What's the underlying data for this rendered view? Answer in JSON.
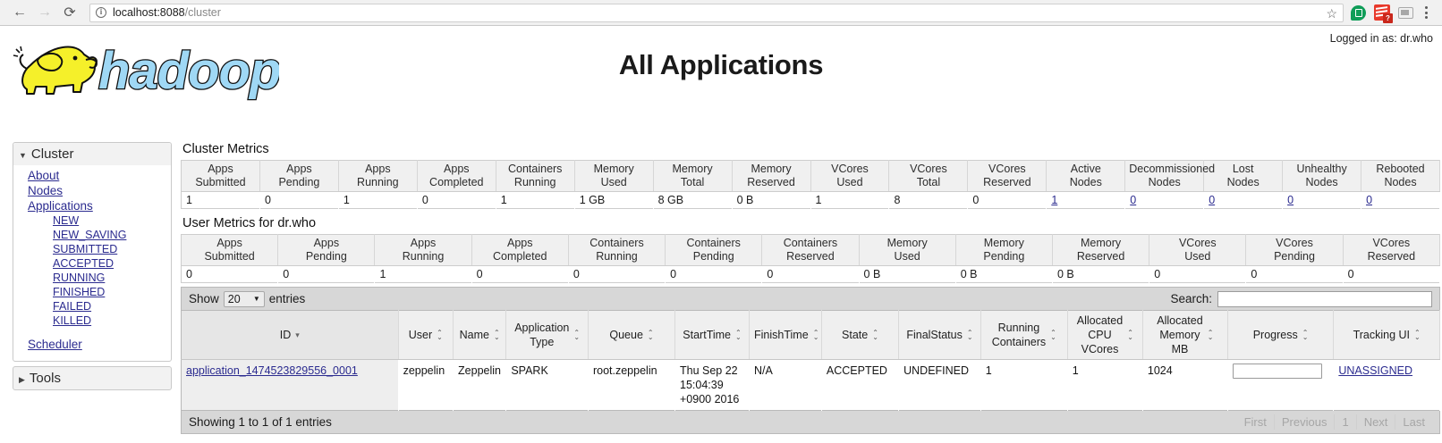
{
  "browser": {
    "back_icon": "back-arrow-icon",
    "forward_icon": "forward-arrow-icon",
    "reload_icon": "reload-icon",
    "url_host": "localhost:8088",
    "url_path": "/cluster",
    "star_glyph": "☆",
    "ext_badge": "?"
  },
  "header": {
    "logo_alt": "hadoop",
    "logged_in": "Logged in as: dr.who",
    "title": "All Applications"
  },
  "sidebar": {
    "cluster": {
      "label": "Cluster",
      "links": [
        {
          "label": "About"
        },
        {
          "label": "Nodes"
        },
        {
          "label": "Applications"
        }
      ],
      "sublinks": [
        {
          "label": "NEW"
        },
        {
          "label": "NEW_SAVING"
        },
        {
          "label": "SUBMITTED"
        },
        {
          "label": "ACCEPTED"
        },
        {
          "label": "RUNNING"
        },
        {
          "label": "FINISHED"
        },
        {
          "label": "FAILED"
        },
        {
          "label": "KILLED"
        }
      ],
      "scheduler": "Scheduler"
    },
    "tools": {
      "label": "Tools"
    }
  },
  "cluster_metrics": {
    "title": "Cluster Metrics",
    "headers": [
      "Apps Submitted",
      "Apps Pending",
      "Apps Running",
      "Apps Completed",
      "Containers Running",
      "Memory Used",
      "Memory Total",
      "Memory Reserved",
      "VCores Used",
      "VCores Total",
      "VCores Reserved",
      "Active Nodes",
      "Decommissioned Nodes",
      "Lost Nodes",
      "Unhealthy Nodes",
      "Rebooted Nodes"
    ],
    "values": [
      "1",
      "0",
      "1",
      "0",
      "1",
      "1 GB",
      "8 GB",
      "0 B",
      "1",
      "8",
      "0",
      "1",
      "0",
      "0",
      "0",
      "0"
    ],
    "link_flags": [
      false,
      false,
      false,
      false,
      false,
      false,
      false,
      false,
      false,
      false,
      false,
      true,
      true,
      true,
      true,
      true
    ]
  },
  "user_metrics": {
    "title": "User Metrics for dr.who",
    "headers": [
      "Apps Submitted",
      "Apps Pending",
      "Apps Running",
      "Apps Completed",
      "Containers Running",
      "Containers Pending",
      "Containers Reserved",
      "Memory Used",
      "Memory Pending",
      "Memory Reserved",
      "VCores Used",
      "VCores Pending",
      "VCores Reserved"
    ],
    "values": [
      "0",
      "0",
      "1",
      "0",
      "0",
      "0",
      "0",
      "0 B",
      "0 B",
      "0 B",
      "0",
      "0",
      "0"
    ]
  },
  "datatable": {
    "show_label": "Show",
    "page_length": "20",
    "entries_label": "entries",
    "search_label": "Search:",
    "search_value": "",
    "search_placeholder": "",
    "info": "Showing 1 to 1 of 1 entries",
    "pagination": [
      {
        "label": "First"
      },
      {
        "label": "Previous"
      },
      {
        "label": "1"
      },
      {
        "label": "Next"
      },
      {
        "label": "Last"
      }
    ],
    "columns": [
      {
        "label": "ID",
        "sort": "desc"
      },
      {
        "label": "User",
        "sort": "both"
      },
      {
        "label": "Name",
        "sort": "both"
      },
      {
        "label": "Application Type",
        "sort": "both"
      },
      {
        "label": "Queue",
        "sort": "both"
      },
      {
        "label": "StartTime",
        "sort": "both"
      },
      {
        "label": "FinishTime",
        "sort": "both"
      },
      {
        "label": "State",
        "sort": "both"
      },
      {
        "label": "FinalStatus",
        "sort": "both"
      },
      {
        "label": "Running Containers",
        "sort": "both"
      },
      {
        "label": "Allocated CPU VCores",
        "sort": "both"
      },
      {
        "label": "Allocated Memory MB",
        "sort": "both"
      },
      {
        "label": "Progress",
        "sort": "both"
      },
      {
        "label": "Tracking UI",
        "sort": "both"
      }
    ],
    "rows": [
      {
        "id": "application_1474523829556_0001",
        "user": "zeppelin",
        "name": "Zeppelin",
        "app_type": "SPARK",
        "queue": "root.zeppelin",
        "start_time": "Thu Sep 22 15:04:39 +0900 2016",
        "finish_time": "N/A",
        "state": "ACCEPTED",
        "final_status": "UNDEFINED",
        "running_containers": "1",
        "allocated_cpu_vcores": "1",
        "allocated_memory_mb": "1024",
        "progress": "",
        "tracking_ui": "UNASSIGNED"
      }
    ]
  }
}
